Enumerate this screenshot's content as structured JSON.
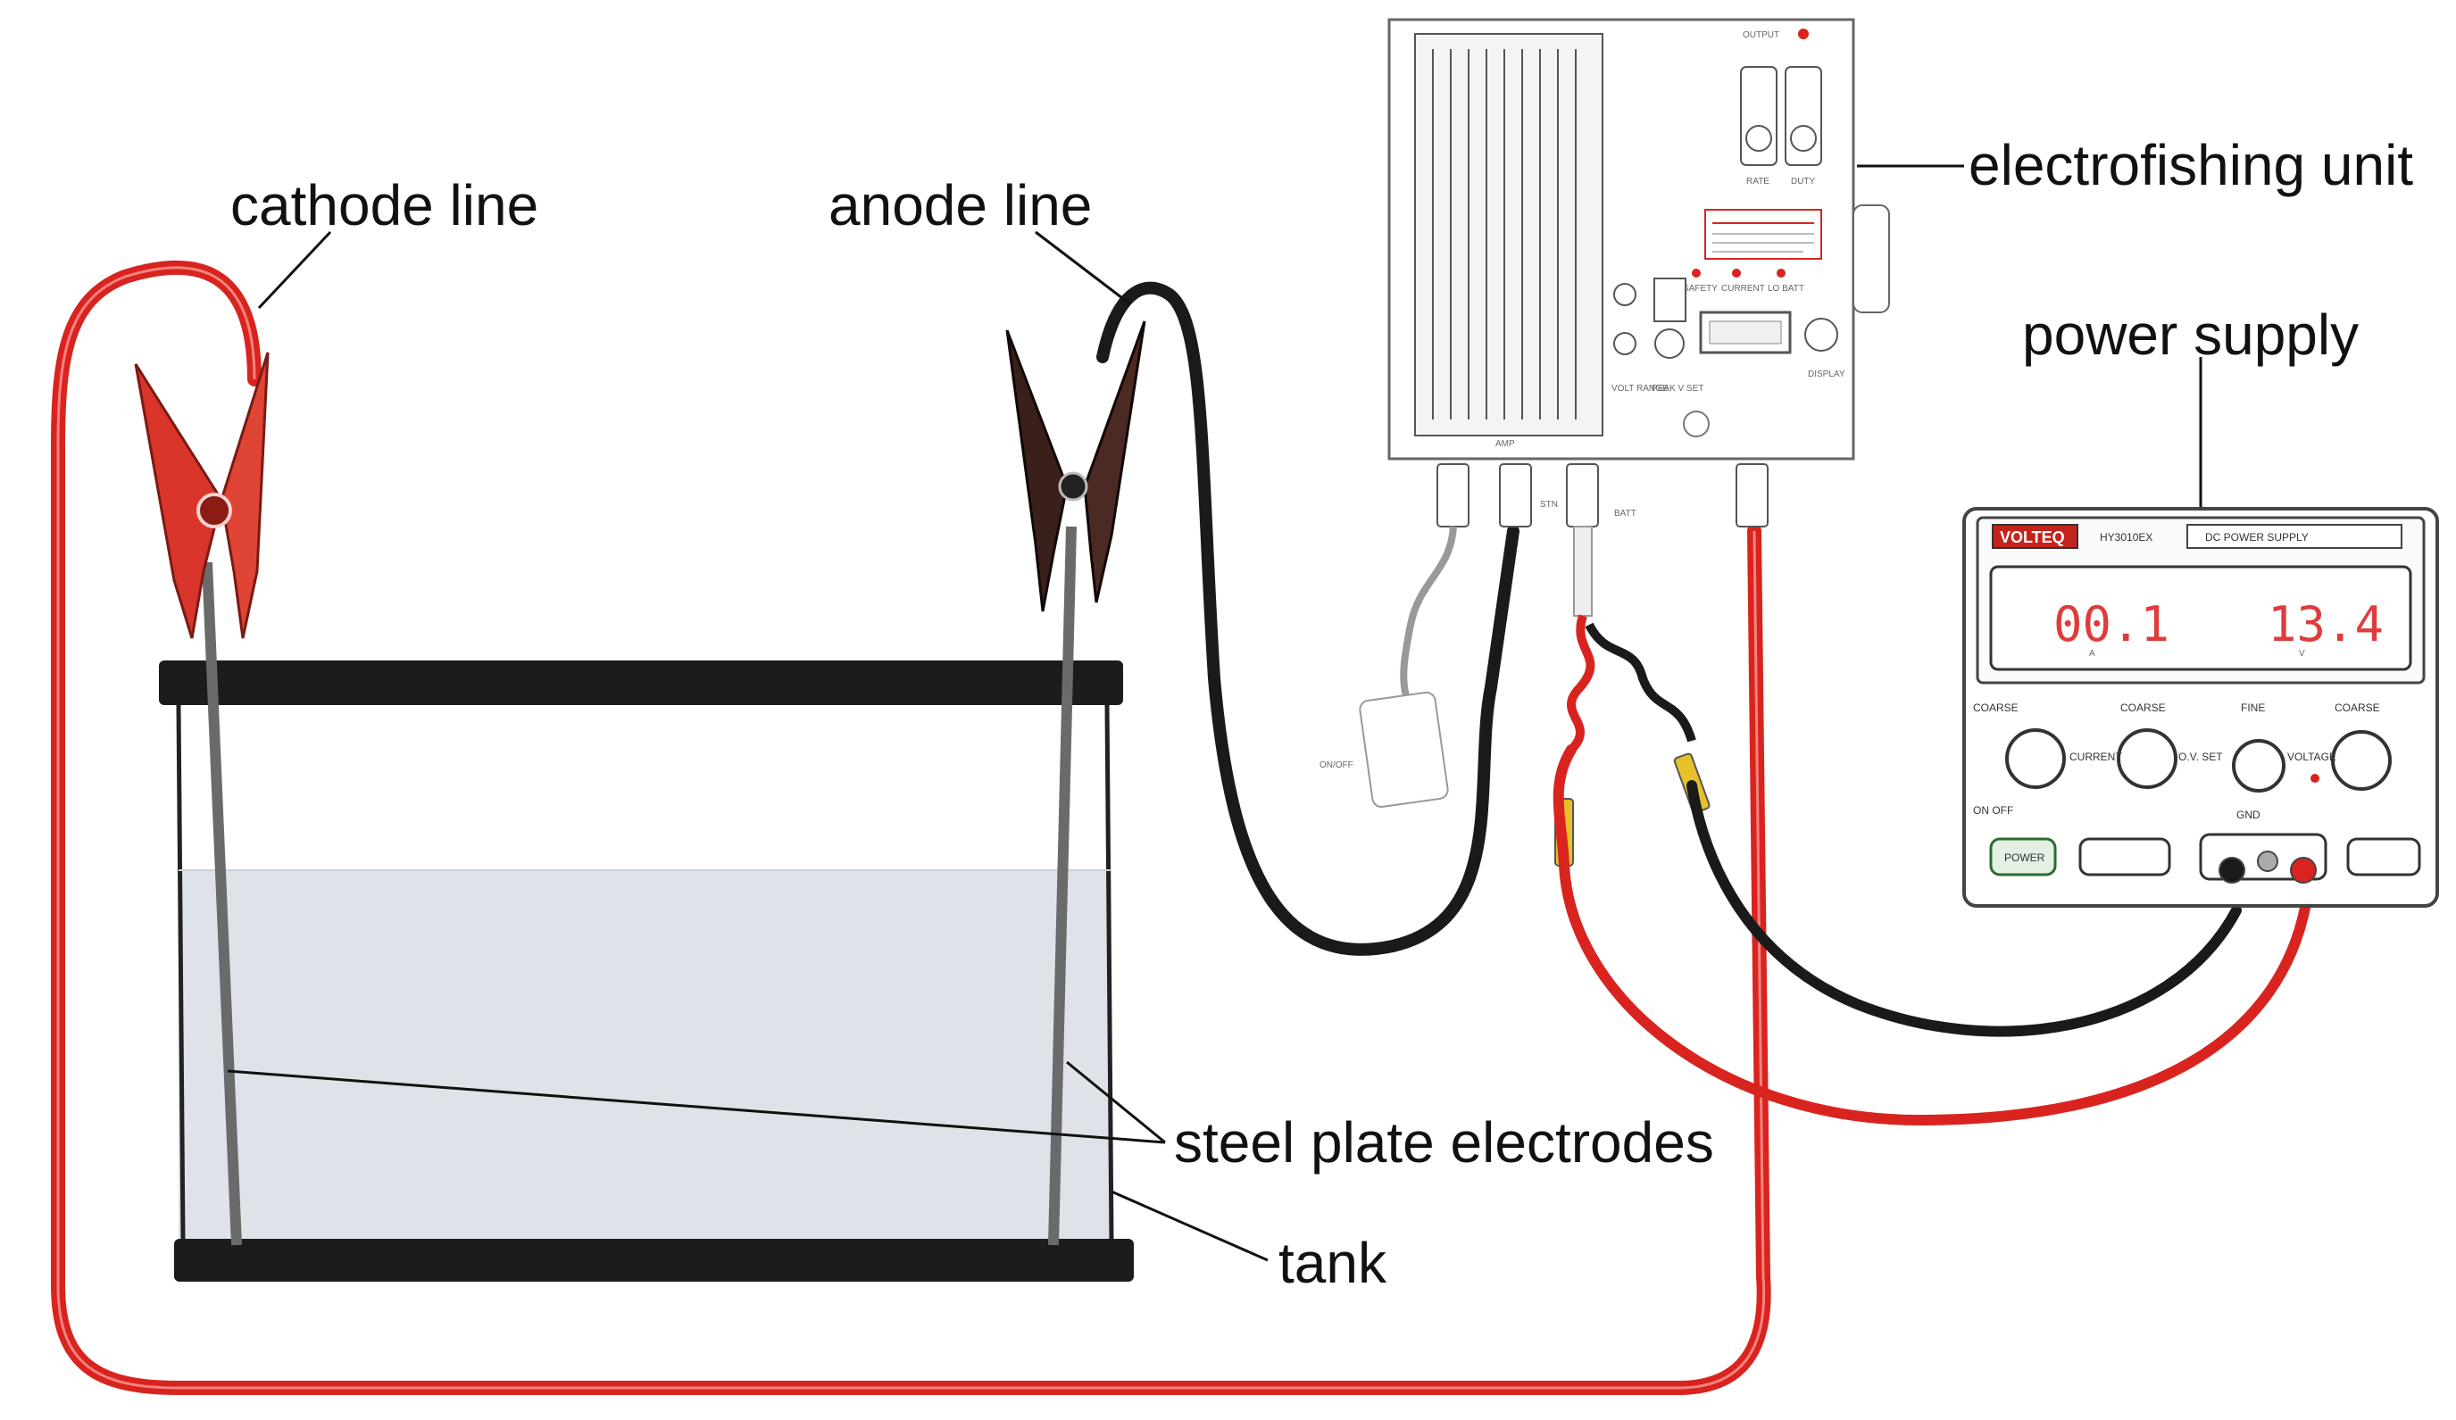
{
  "labels": {
    "cathode_line": "cathode line",
    "anode_line": "anode line",
    "electrofishing_unit": "electrofishing unit",
    "power_supply": "power supply",
    "steel_plate_electrodes": "steel plate electrodes",
    "tank": "tank"
  },
  "power_supply_panel": {
    "brand": "VOLTEQ",
    "model": "HY3010EX",
    "title": "DC POWER SUPPLY",
    "current_display": "00.1",
    "voltage_display": "13.4",
    "current_unit": "A",
    "voltage_unit": "V",
    "knob_labels": [
      "COARSE",
      "COARSE",
      "FINE",
      "COARSE"
    ],
    "current_label": "CURRENT",
    "ov_set_label": "O.V. SET",
    "voltage_label": "VOLTAGE",
    "on_off_label": "ON   OFF",
    "gnd_label": "GND",
    "power_button": "POWER"
  },
  "electrofishing_panel": {
    "output_label": "OUTPUT",
    "rate_label": "RATE",
    "duty_label": "DUTY",
    "safety_label": "SAFETY",
    "current_led_label": "CURRENT",
    "lo_batt_label": "LO BATT",
    "display_label": "DISPLAY",
    "volt_range_label": "VOLT RANGE",
    "peak_v_label": "PEAK V SET",
    "amp_label": "AMP",
    "batt_label": "BATT",
    "stn_label": "STN",
    "on_off_note": "ON/OFF"
  },
  "colors": {
    "red_wire": "#e0312b",
    "black_wire": "#1a1a1a",
    "water": "#dde3e8",
    "bar": "#1c1c1c",
    "clip_red": "#d9352a",
    "clip_black": "#3a201a"
  }
}
